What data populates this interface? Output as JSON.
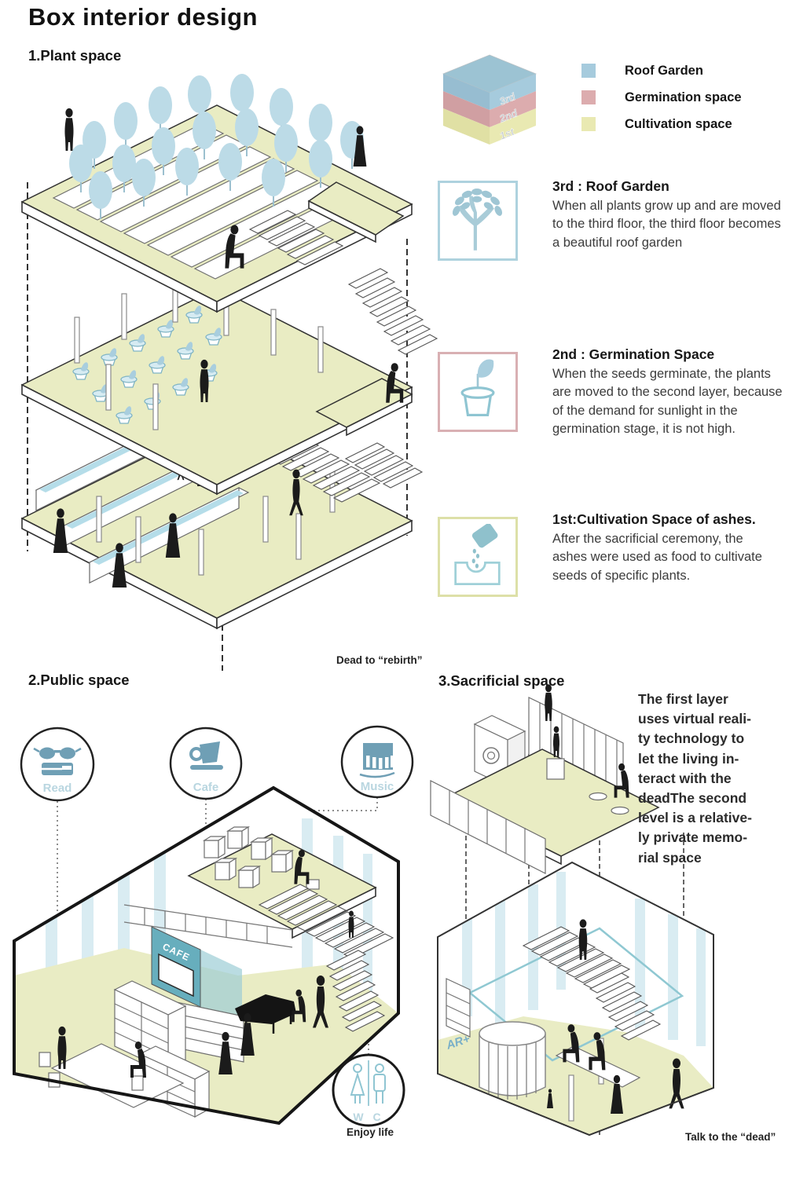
{
  "title": "Box interior design",
  "colors": {
    "roof_garden": "#a6cbdd",
    "germination_space": "#dcacae",
    "cultivation_space": "#e9e9b2",
    "icon_blue": "#6f9fb5",
    "sign_teal": "#67aebd",
    "figure": "#1b1b1b"
  },
  "plant": {
    "heading": "1.Plant space",
    "caption": "Dead to “rebirth”",
    "stack": {
      "top": "3rd",
      "middle": "2nd",
      "bottom": "1st"
    },
    "legend": [
      {
        "label": "Roof Garden",
        "color": "#a6cbdd"
      },
      {
        "label": "Germination space",
        "color": "#dcacae"
      },
      {
        "label": "Cultivation space",
        "color": "#e9e9b2"
      }
    ],
    "info_blocks": [
      {
        "icon": "tree-icon",
        "title": "3rd : Roof Garden",
        "body": "When all plants grow up and are moved to the third floor, the third floor becomes a beautiful roof garden"
      },
      {
        "icon": "seedling-pot-icon",
        "title": "2nd : Germination Space",
        "body": "When the seeds germinate, the plants are moved to the second layer, because of the demand for sunlight in the germination stage, it is not high."
      },
      {
        "icon": "ashes-pour-icon",
        "title": "1st:Cultivation Space of ashes.",
        "body": "After the sacrificial ceremony, the ashes were used as food to cultivate seeds of specific plants."
      }
    ]
  },
  "public": {
    "heading": "2.Public space",
    "caption": "Enjoy life",
    "amenities": [
      {
        "label": "Read",
        "icon": "glasses-book-icon"
      },
      {
        "label": "Cafe",
        "icon": "coffee-cup-icon"
      },
      {
        "label": "Music",
        "icon": "piano-icon"
      }
    ],
    "cafe_sign": "CAFE",
    "wc_label": "W C"
  },
  "sacrificial": {
    "heading": "3.Sacrificial space",
    "caption": "Talk to the “dead”",
    "ar_label": "AR+",
    "description_lines": [
      "The first layer",
      "uses virtual reali-",
      "ty technology to",
      "let the living in-",
      "teract with the",
      "deadThe second",
      "level is a relative-",
      "ly private memo-",
      "rial space"
    ]
  }
}
